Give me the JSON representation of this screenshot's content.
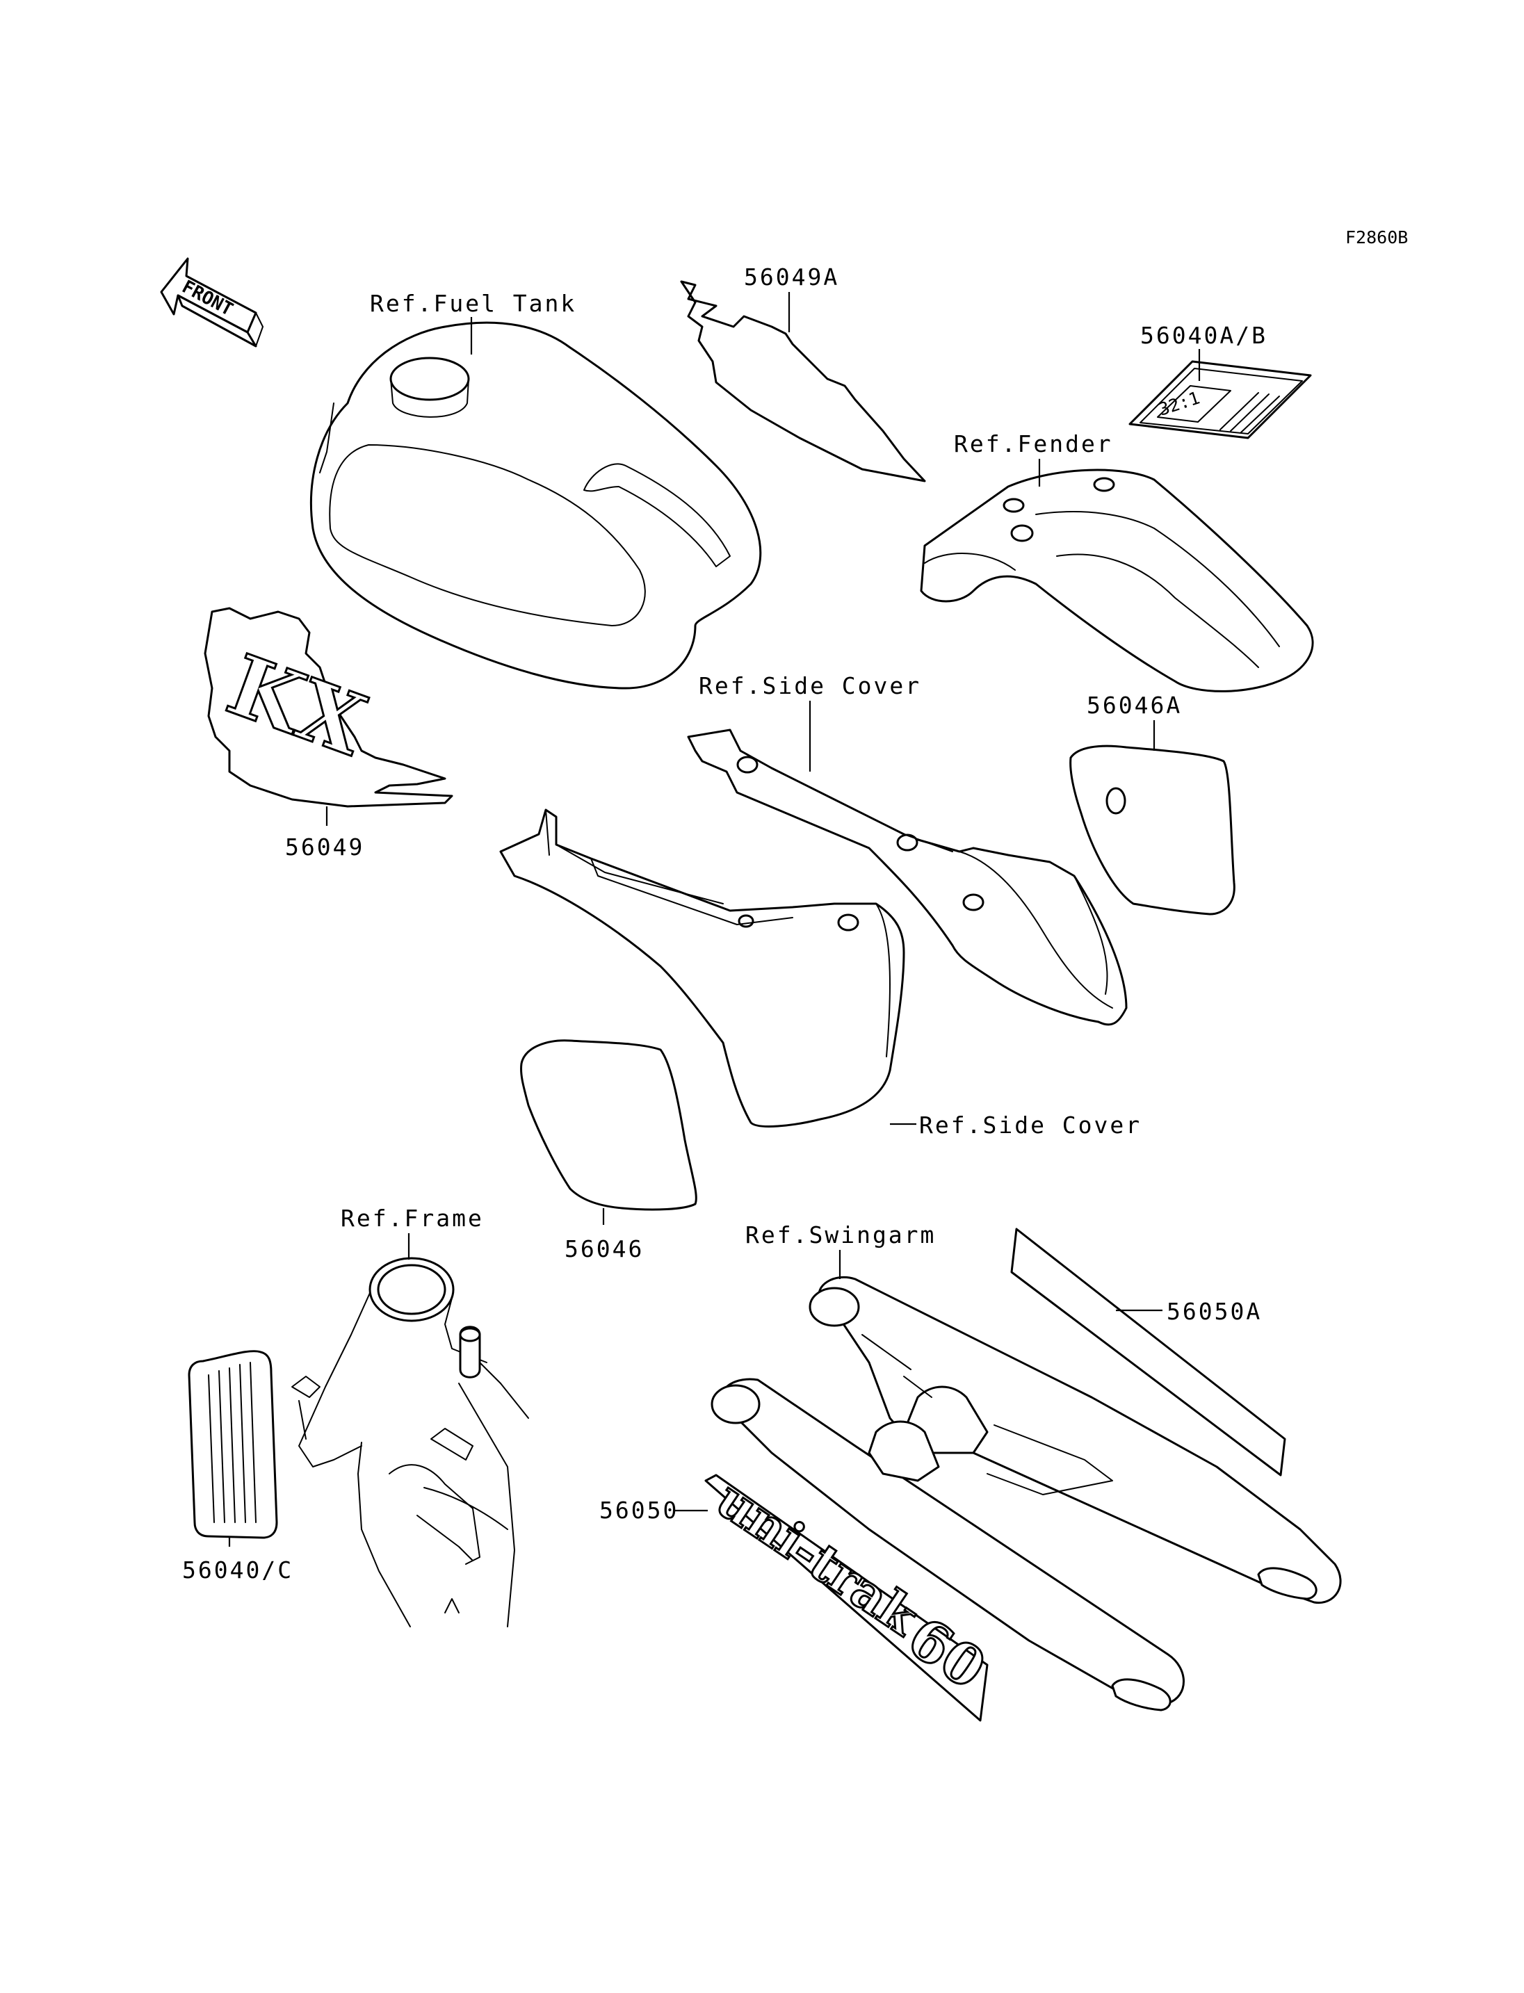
{
  "figure_code": "F2860B",
  "front_arrow_label": "FRONT",
  "labels": {
    "fuel_tank": "Ref.Fuel Tank",
    "part_56049A": "56049A",
    "part_56040AB": "56040A/B",
    "fender": "Ref.Fender",
    "part_56049": "56049",
    "side_cover_top": "Ref.Side Cover",
    "part_56046A": "56046A",
    "side_cover_bottom": "Ref.Side Cover",
    "part_56046": "56046",
    "frame": "Ref.Frame",
    "swingarm": "Ref.Swingarm",
    "part_56050A": "56050A",
    "part_56050": "56050",
    "part_56040C": "56040/C"
  },
  "decal_text": {
    "ratio": "32:1",
    "kx_logo": "KX",
    "unitrak": "uni-trak",
    "unitrak_number": "60"
  }
}
